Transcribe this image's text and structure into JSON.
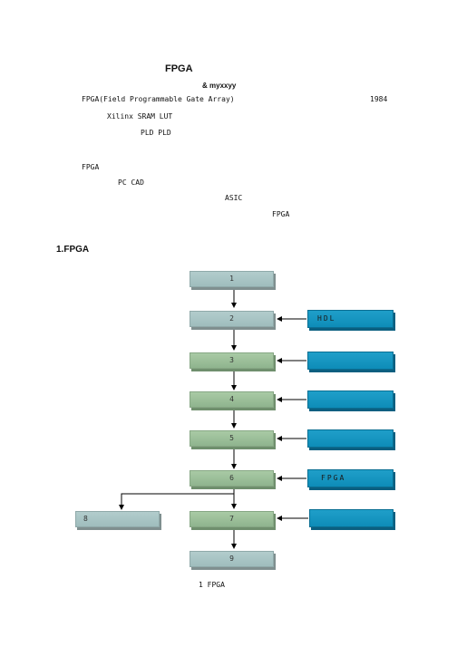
{
  "document": {
    "title": "FPGA",
    "byline": "&        myxxyy",
    "intro": [
      {
        "text": "FPGA(Field Programmable Gate Array)",
        "tail": "1984"
      },
      {
        "text": "Xilinx            SRAM          LUT",
        "tail": ""
      },
      {
        "text": "PLD      PLD",
        "tail": ""
      }
    ],
    "para2": [
      "FPGA",
      "PC    CAD",
      "ASIC",
      "FPGA"
    ],
    "section_heading": "1.FPGA",
    "figure_caption": "1  FPGA"
  },
  "flow": {
    "steps": [
      "1",
      "2",
      "3",
      "4",
      "5",
      "6",
      "7",
      "9"
    ],
    "side_step": "8",
    "side_inputs": [
      "HDL",
      "",
      "",
      "",
      "FPGA",
      ""
    ]
  }
}
